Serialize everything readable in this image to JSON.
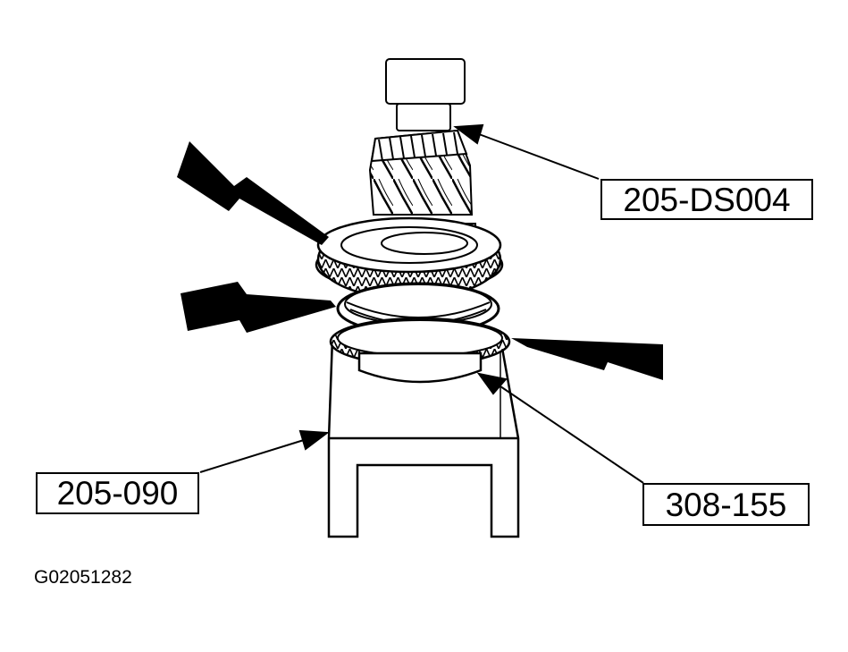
{
  "callouts": {
    "tool_gear_remover": "205-DS004",
    "tool_support_block": "205-090",
    "tool_bearing_adapter": "308-155"
  },
  "figure_id": "G02051282",
  "colors": {
    "ink": "#000000",
    "paper": "#ffffff"
  }
}
